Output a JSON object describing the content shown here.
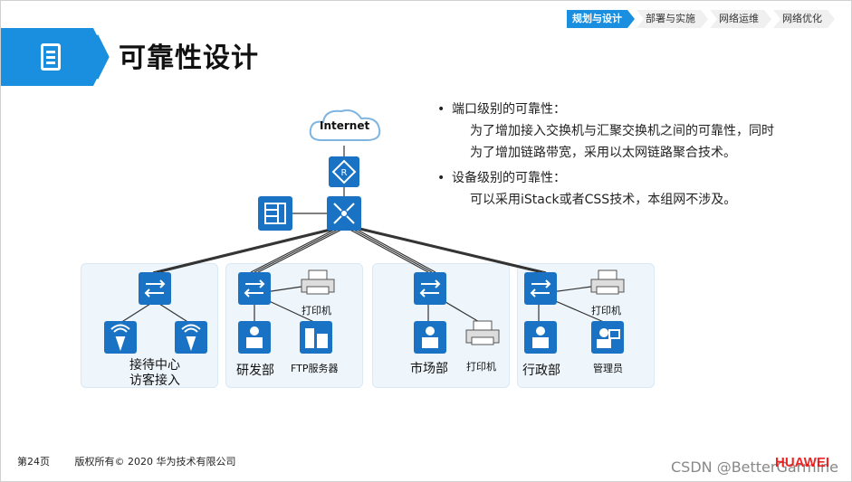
{
  "breadcrumb": [
    "规划与设计",
    "部署与实施",
    "网络运维",
    "网络优化"
  ],
  "title": "可靠性设计",
  "bullets": [
    {
      "head": "端口级别的可靠性：",
      "desc": [
        "为了增加接入交换机与汇聚交换机之间的可靠性，同时",
        "为了增加链路带宽，采用以太网链路聚合技术。"
      ]
    },
    {
      "head": "设备级别的可靠性：",
      "desc": [
        "可以采用iStack或者CSS技术，本组网不涉及。"
      ]
    }
  ],
  "diagram": {
    "internet": "Internet",
    "labels": {
      "zone1": [
        "接待中心",
        "访客接入"
      ],
      "rd": "研发部",
      "printer1": "打印机",
      "ftp": "FTP服务器",
      "market": "市场部",
      "printer2": "打印机",
      "admin": "行政部",
      "printer3": "打印机",
      "manager": "管理员"
    },
    "icons": [
      "cloud-icon",
      "router-icon",
      "core-switch-icon",
      "firewall-icon",
      "access-switch-icon",
      "wireless-ap-icon",
      "printer-icon",
      "server-icon",
      "user-icon",
      "admin-icon"
    ]
  },
  "footer": {
    "page": "第24页",
    "copyright": "版权所有© 2020 华为技术有限公司",
    "watermark": "CSDN @BetterGarmine",
    "logo": "HUAWEI"
  },
  "colors": {
    "accent": "#1a8fe0",
    "device": "#1a72c4",
    "zone": "#eef6fc"
  }
}
